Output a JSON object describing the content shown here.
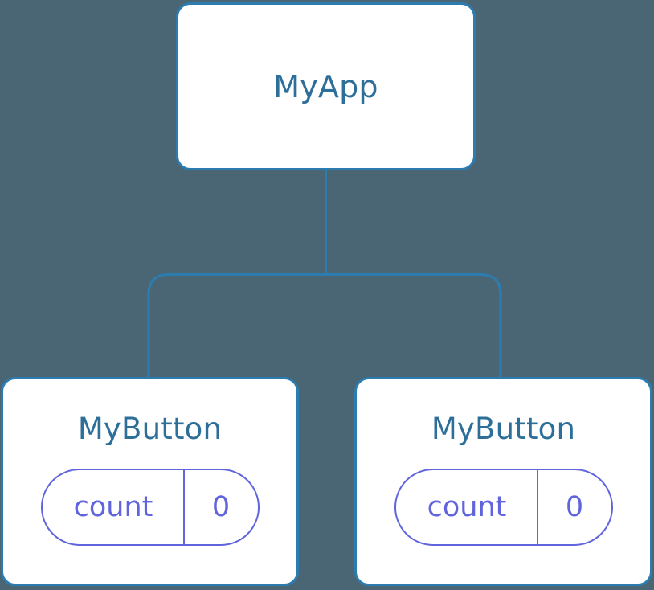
{
  "diagram": {
    "kind": "component-tree",
    "background_color": "#4a6674",
    "node_border_color": "#2d7cb0",
    "node_fill_color": "#ffffff",
    "node_label_color": "#2e6f99",
    "edge_color": "#2d7cb0",
    "state_accent_color": "#6165dd",
    "root": {
      "label": "MyApp"
    },
    "children": [
      {
        "label": "MyButton",
        "state": {
          "key": "count",
          "value": "0"
        }
      },
      {
        "label": "MyButton",
        "state": {
          "key": "count",
          "value": "0"
        }
      }
    ]
  }
}
